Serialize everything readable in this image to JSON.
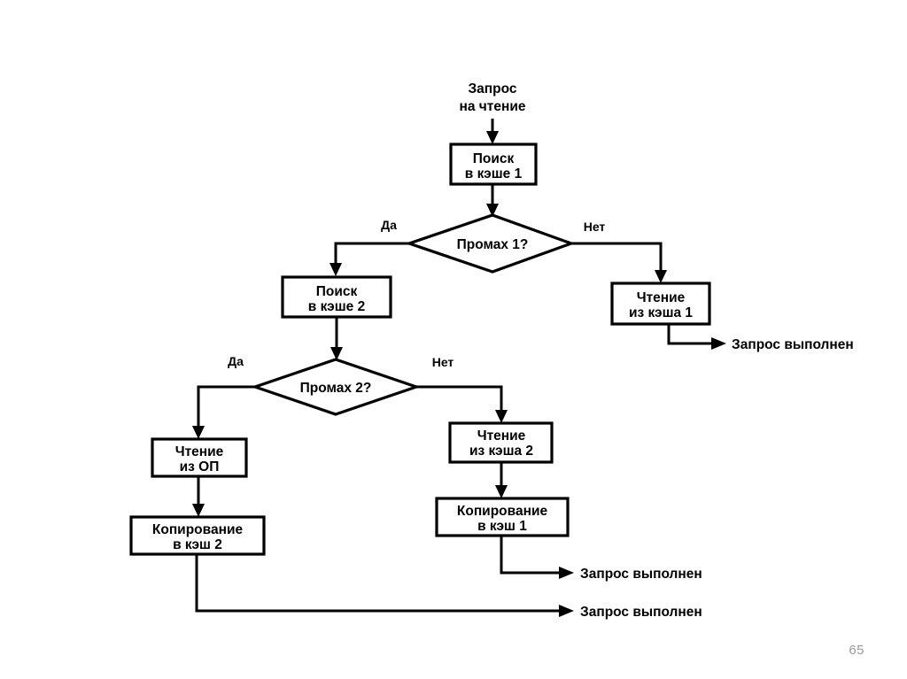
{
  "slide": {
    "page_number": "65",
    "page_number_color": "#9a9a9a",
    "background_color": "#ffffff",
    "ink_color": "#000000"
  },
  "diagram": {
    "type": "flowchart",
    "title_label_start": {
      "line1": "Запрос",
      "line2": "на чтение"
    },
    "nodes": [
      {
        "id": "search-cache-1",
        "shape": "process",
        "line1": "Поиск",
        "line2": "в кэше 1"
      },
      {
        "id": "miss-1",
        "shape": "decision",
        "line1": "Промах 1?",
        "line2": ""
      },
      {
        "id": "search-cache-2",
        "shape": "process",
        "line1": "Поиск",
        "line2": "в кэше 2"
      },
      {
        "id": "read-cache-1",
        "shape": "process",
        "line1": "Чтение",
        "line2": "из кэша 1"
      },
      {
        "id": "miss-2",
        "shape": "decision",
        "line1": "Промах 2?",
        "line2": ""
      },
      {
        "id": "read-main-mem",
        "shape": "process",
        "line1": "Чтение",
        "line2": "из ОП"
      },
      {
        "id": "read-cache-2",
        "shape": "process",
        "line1": "Чтение",
        "line2": "из кэша 2"
      },
      {
        "id": "copy-to-cache-2",
        "shape": "process",
        "line1": "Копирование",
        "line2": "в кэш 2"
      },
      {
        "id": "copy-to-cache-1",
        "shape": "process",
        "line1": "Копирование",
        "line2": "в кэш 1"
      }
    ],
    "branch_labels": {
      "miss1_yes": "Да",
      "miss1_no": "Нет",
      "miss2_yes": "Да",
      "miss2_no": "Нет"
    },
    "terminals": [
      {
        "id": "done-cache-1",
        "label": "Запрос выполнен"
      },
      {
        "id": "done-cache-2",
        "label": "Запрос выполнен"
      },
      {
        "id": "done-main-mem",
        "label": "Запрос выполнен"
      }
    ]
  }
}
